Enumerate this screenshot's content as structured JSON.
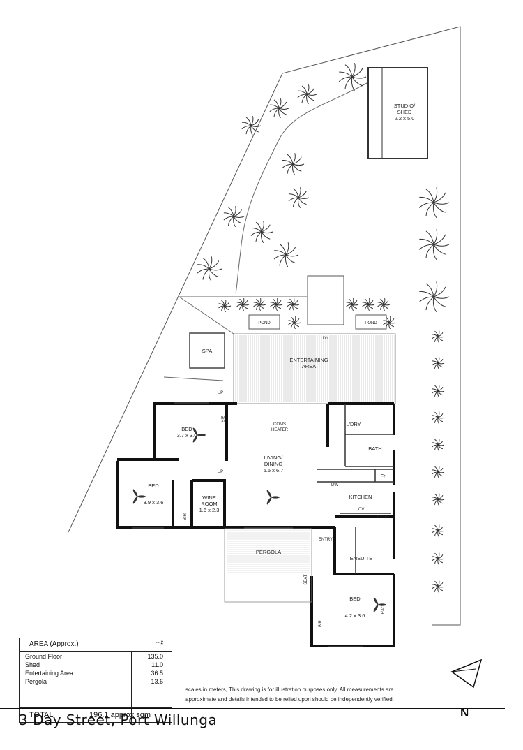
{
  "plan": {
    "rooms": {
      "studio": "STUDIO/",
      "studio_line2": "SHED",
      "studio_size": "2.2 x 5.0",
      "pond_left": "POND",
      "pond_right": "POND",
      "dn": "DN",
      "spa": "SPA",
      "entertaining": "ENTERTAINING",
      "entertaining_line2": "AREA",
      "up_top": "UP",
      "up_mid": "UP",
      "bed1": "BED",
      "bed1_size": "3.7 x 3.0",
      "bir1": "BIR",
      "coms": "COMS",
      "coms_line2": "HEATER",
      "ldry": "L'DRY",
      "bath": "BATH",
      "living": "LIVING/",
      "living_line2": "DINING",
      "living_size": "5.5 x 6.7",
      "fr": "Fr",
      "dw": "DW",
      "bed2": "BED",
      "bed2_size": "3.9 x 3.6",
      "wine": "WINE",
      "wine_line2": "ROOM",
      "wine_size": "1.6 x 2.3",
      "bir2": "BIR",
      "kitchen": "KITCHEN",
      "ov": "OV",
      "ptry": "P'TRY",
      "entry": "ENTRY",
      "pergola": "PERGOLA",
      "ensuite": "ENSUITE",
      "seat": "SEAT",
      "bed3": "BED",
      "bed3_size": "4.2 x 3.6",
      "bir3": "BIR",
      "rac": "RAC"
    }
  },
  "area_table": {
    "title": "AREA (Approx.)",
    "unit": "m²",
    "rows": [
      {
        "name": "Ground Floor",
        "value": "135.0"
      },
      {
        "name": "Shed",
        "value": "11.0"
      },
      {
        "name": "Entertaining Area",
        "value": "36.5"
      },
      {
        "name": "Pergola",
        "value": "13.6"
      }
    ],
    "total_label": "TOTAL",
    "total_value": "196.1  approx sqm"
  },
  "disclaimer": {
    "line1": "scales in meters, This drawing is for illustration purposes only. All measurements are",
    "line2": "approximate and details intended to be relied upon should be independently verified."
  },
  "address": "3 Day Street, Port Willunga",
  "north": "N"
}
